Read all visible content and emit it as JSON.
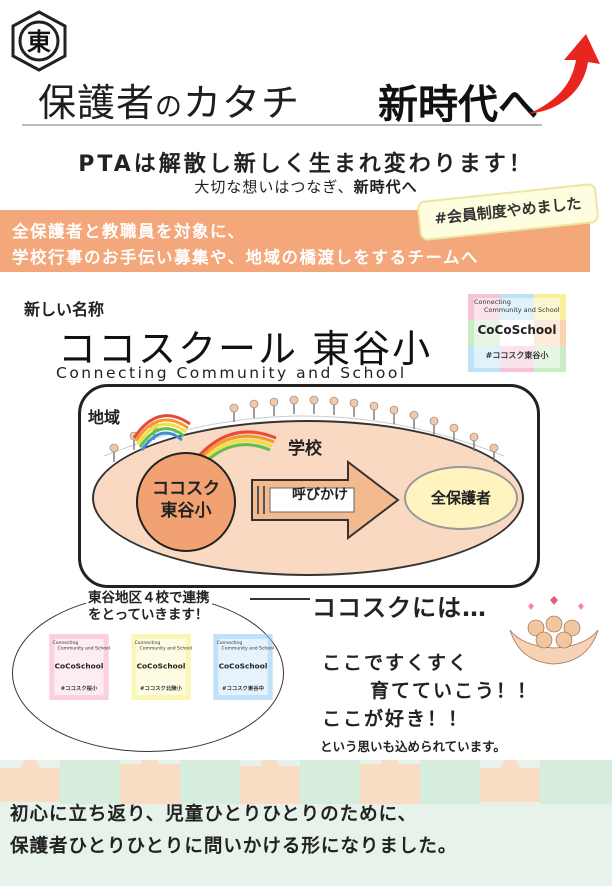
{
  "emblem": {
    "char": "東"
  },
  "header": {
    "title_part1": "保護者",
    "title_part2": "の",
    "title_part3": "カタチ",
    "title_new": "新時代へ"
  },
  "announce": {
    "main": "PTAは解散し新しく生まれ変わります！",
    "sub_prefix": "大切な想いはつなぎ、",
    "sub_bold": "新時代へ"
  },
  "band": {
    "line1": "全保護者と教職員を対象に、",
    "line2": "学校行事のお手伝い募集や、地域の橋渡しをするチームへ",
    "hashtag": "#会員制度やめました"
  },
  "naming": {
    "label": "新しい名称",
    "name": "ココスクール 東谷小",
    "english": "Connecting Community and School"
  },
  "logo": {
    "line1": "Connecting",
    "line2": "Community and School",
    "brand": "CoCoSchool",
    "tag": "#ココスク東谷小"
  },
  "diagram": {
    "region": "地域",
    "school": "学校",
    "coco_line1": "ココスク",
    "coco_line2": "東谷小",
    "call": "呼びかけ",
    "parents": "全保護者"
  },
  "region_block": {
    "line1": "東谷地区４校で連携",
    "line2": "をとっていきます！",
    "logos": [
      {
        "brand": "CoCoSchool",
        "tag": "#ココスク桜小",
        "color": "#f7a8c8"
      },
      {
        "brand": "CoCoSchool",
        "tag": "#ココスク北陵小",
        "color": "#f6ee7a"
      },
      {
        "brand": "CoCoSchool",
        "tag": "#ココスク東谷中",
        "color": "#8cc8f0"
      }
    ],
    "logo_line1": "Connecting",
    "logo_line2": "Community and School"
  },
  "message": {
    "title": "ココスクには…",
    "line1": "ここですくすく",
    "line2": "育てていこう！！",
    "line3": "ここが好き！！",
    "line4": "という思いも込められています。"
  },
  "closing": {
    "line1": "初心に立ち返り、児童ひとりひとりのために、",
    "line2": "保護者ひとりひとりに問いかける形になりました。"
  },
  "colors": {
    "orange_band": "#f3a77a",
    "oval_fill": "#f9d9c1",
    "coco_circle": "#f2a272",
    "bottom_band": "#e6f2ea",
    "red_arrow": "#e8261f"
  }
}
